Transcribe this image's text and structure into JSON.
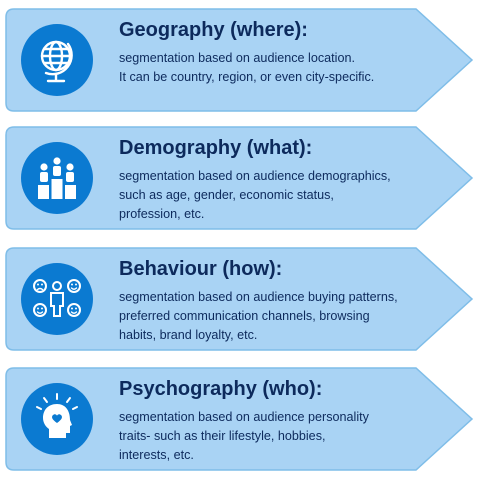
{
  "colors": {
    "card_fill": "#a9d3f4",
    "card_edge": "#7fbde8",
    "icon_bg": "#0b7ad1",
    "text": "#0d2a5c"
  },
  "segments": [
    {
      "title": "Geography (where):",
      "lines": [
        "segmentation based on audience location.",
        "It can be country, region, or even city-specific."
      ],
      "icon": "globe-icon"
    },
    {
      "title": "Demography (what):",
      "lines": [
        "segmentation based on audience demographics,",
        "such as age, gender, economic status,",
        "profession, etc."
      ],
      "icon": "people-podium-icon"
    },
    {
      "title": "Behaviour (how):",
      "lines": [
        "segmentation based on audience buying patterns,",
        "preferred communication channels, browsing",
        "habits, brand loyalty, etc."
      ],
      "icon": "person-emotions-icon"
    },
    {
      "title": "Psychography (who):",
      "lines": [
        "segmentation based on audience personality",
        "traits- such as their lifestyle, hobbies,",
        "interests, etc."
      ],
      "icon": "head-heart-icon"
    }
  ]
}
